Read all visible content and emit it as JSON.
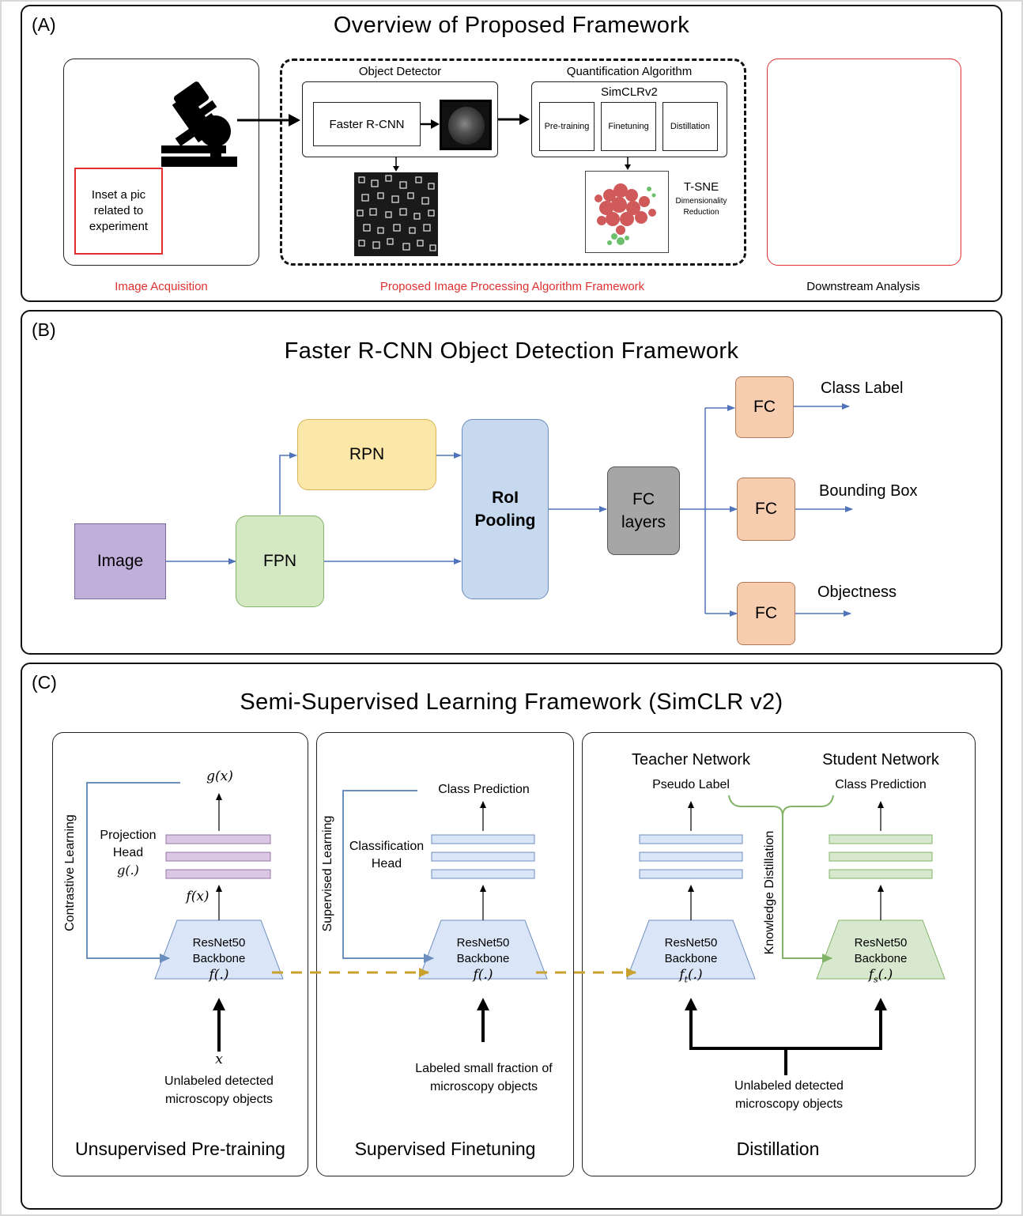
{
  "panel_a": {
    "label": "(A)",
    "title": "Overview of Proposed Framework",
    "inset_text": "Inset a pic related to experiment",
    "object_detector": {
      "title": "Object Detector",
      "model": "Faster R-CNN"
    },
    "quantification": {
      "title": "Quantification Algorithm",
      "subtitle": "SimCLRv2",
      "steps": [
        "Pre-training",
        "Finetuning",
        "Distillation"
      ]
    },
    "tsne": {
      "title": "T-SNE",
      "subtitle": "Dimensionality Reduction"
    },
    "captions": {
      "acquisition": "Image Acquisition",
      "framework": "Proposed Image Processing Algorithm Framework",
      "downstream": "Downstream Analysis"
    },
    "colors": {
      "red": "#e03030"
    }
  },
  "panel_b": {
    "label": "(B)",
    "title": "Faster R-CNN Object Detection Framework",
    "nodes": {
      "image": "Image",
      "fpn": "FPN",
      "rpn": "RPN",
      "roi_line1": "RoI",
      "roi_line2": "Pooling",
      "fc_line1": "FC",
      "fc_line2": "layers",
      "fc": "FC"
    },
    "outputs": [
      "Class Label",
      "Bounding Box",
      "Objectness"
    ],
    "colors": {
      "image": "#c0aedb",
      "fpn": "#d5e8c4",
      "rpn": "#fbe7a8",
      "roi": "#c6d9ee",
      "fc_layers": "#a6a6a6",
      "fc": "#f7cdb0",
      "arrow": "#4f74bb"
    }
  },
  "panel_c": {
    "label": "(C)",
    "title": "Semi-Supervised Learning Framework (SimCLR v2)",
    "pretraining": {
      "side_label": "Contrastive Learning",
      "output": "g(x)",
      "head_label": [
        "Projection",
        "Head",
        "g(.)"
      ],
      "feature": "f(x)",
      "backbone": [
        "ResNet50",
        "Backbone",
        "f(.)"
      ],
      "input_symbol": "x",
      "input_text": [
        "Unlabeled detected",
        "microscopy objects"
      ],
      "caption": "Unsupervised Pre-training"
    },
    "finetuning": {
      "side_label": "Supervised Learning",
      "output": "Class Prediction",
      "head_label": [
        "Classification",
        "Head"
      ],
      "backbone": [
        "ResNet50",
        "Backbone",
        "f(.)"
      ],
      "input_text": [
        "Labeled small fraction of",
        "microscopy objects"
      ],
      "caption": "Supervised Finetuning"
    },
    "distillation": {
      "teacher_title": "Teacher Network",
      "teacher_output": "Pseudo Label",
      "teacher_backbone": [
        "ResNet50",
        "Backbone",
        "f"
      ],
      "teacher_sub": "t",
      "student_title": "Student Network",
      "student_output": "Class Prediction",
      "student_backbone": [
        "ResNet50",
        "Backbone",
        "f"
      ],
      "student_sub": "s",
      "args": "(.)",
      "side_label": "Knowledge Distillation",
      "input_text": [
        "Unlabeled detected",
        "microscopy objects"
      ],
      "caption": "Distillation"
    },
    "colors": {
      "purple_head": "#d9c7e4",
      "blue_head": "#dae6f8",
      "green_head": "#d7e8cf",
      "blue_backbone": "#dae6f8",
      "green_backbone": "#d7e8cf",
      "blue_line": "#6c8ebf",
      "green_line": "#82b366",
      "gold_dash": "#c9a12c"
    }
  }
}
